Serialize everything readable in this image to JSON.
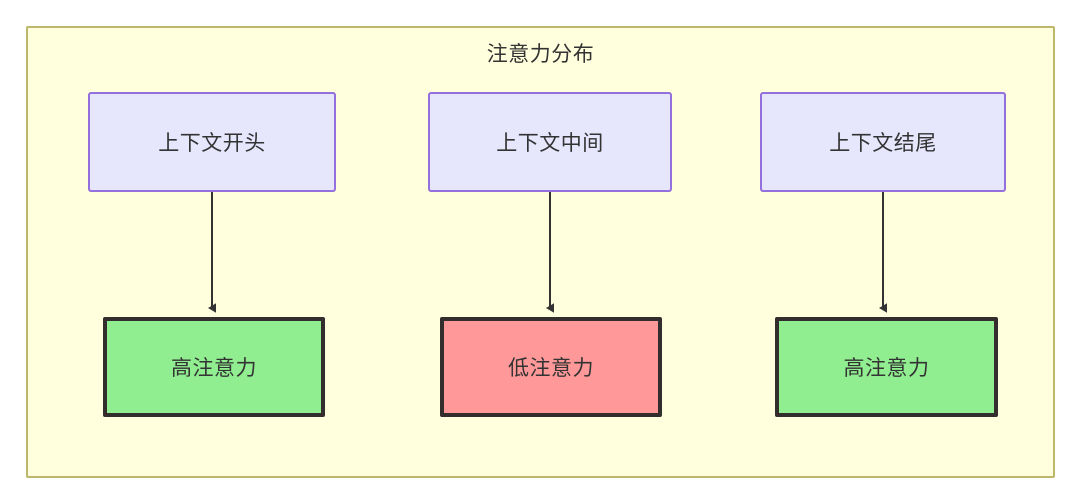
{
  "diagram": {
    "title": "注意力分布",
    "nodes": {
      "context": [
        {
          "id": "ctx-start",
          "label": "上下文开头"
        },
        {
          "id": "ctx-mid",
          "label": "上下文中间"
        },
        {
          "id": "ctx-end",
          "label": "上下文结尾"
        }
      ],
      "attention": [
        {
          "id": "attn-high-start",
          "label": "高注意力",
          "level": "high"
        },
        {
          "id": "attn-low-mid",
          "label": "低注意力",
          "level": "low"
        },
        {
          "id": "attn-high-end",
          "label": "高注意力",
          "level": "high"
        }
      ]
    },
    "edges": [
      {
        "from": "ctx-start",
        "to": "attn-high-start"
      },
      {
        "from": "ctx-mid",
        "to": "attn-low-mid"
      },
      {
        "from": "ctx-end",
        "to": "attn-high-end"
      }
    ],
    "colors": {
      "container_fill": "#ffffdd",
      "container_border": "#bdb76b",
      "context_fill": "#e6e6fd",
      "context_border": "#9370db",
      "high_attention_fill": "#90ee90",
      "low_attention_fill": "#ff9999",
      "attention_border": "#332d2d",
      "text": "#333333",
      "edge": "#333333"
    }
  }
}
